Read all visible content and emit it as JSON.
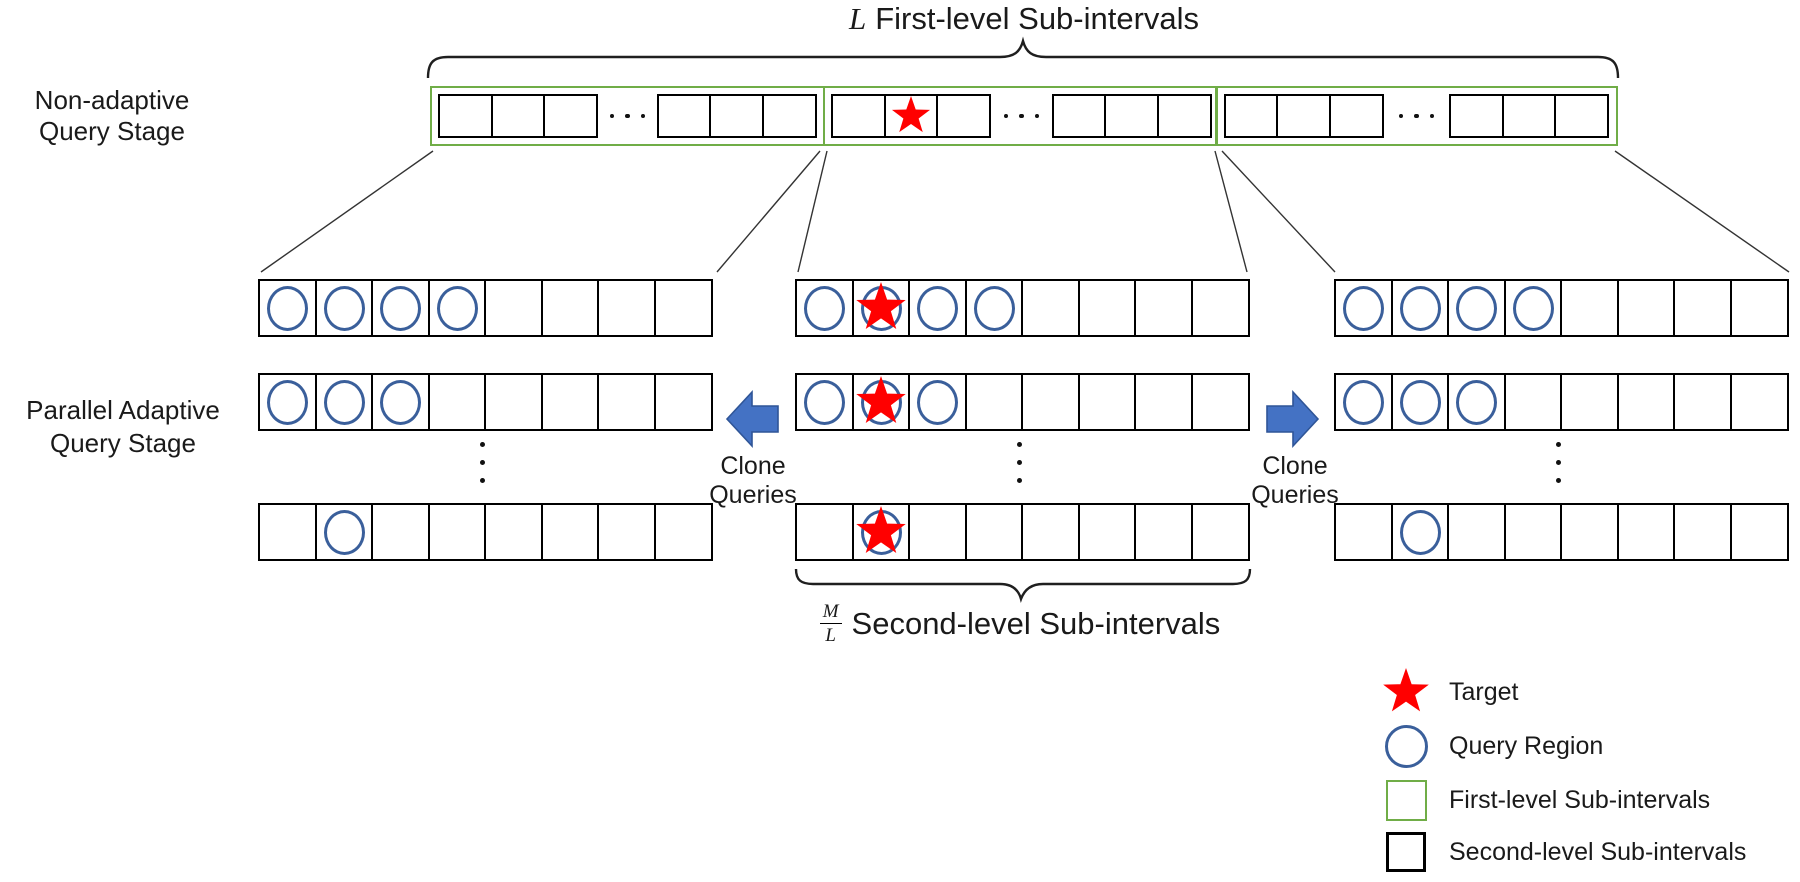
{
  "title": {
    "math": "L",
    "text": "First-level Sub-intervals"
  },
  "stage1_label": {
    "line1": "Non-adaptive",
    "line2": "Query Stage"
  },
  "stage2_label": {
    "line1": "Parallel Adaptive",
    "line2": "Query Stage"
  },
  "clone_left": {
    "line1": "Clone",
    "line2": "Queries"
  },
  "clone_right": {
    "line1": "Clone",
    "line2": "Queries"
  },
  "bottom_label": {
    "frac_top": "M",
    "frac_bottom": "L",
    "text": "Second-level Sub-intervals"
  },
  "colors": {
    "first_level_green": "#70AD47",
    "target_red": "#FF0000",
    "query_circle_blue": "#3A5F9B",
    "clone_arrow_fill": "#4472C4",
    "clone_arrow_stroke": "#2F5597",
    "line_black": "#1a1a1a"
  },
  "top_row": {
    "segments": [
      {
        "left_cells": [
          "empty",
          "empty",
          "empty"
        ],
        "right_cells": [
          "empty",
          "empty",
          "empty"
        ]
      },
      {
        "left_cells": [
          "empty",
          "star",
          "empty"
        ],
        "right_cells": [
          "empty",
          "empty",
          "empty"
        ]
      },
      {
        "left_cells": [
          "empty",
          "empty",
          "empty"
        ],
        "right_cells": [
          "empty",
          "empty",
          "empty"
        ]
      }
    ]
  },
  "stage2": {
    "columns": [
      {
        "name": "left",
        "rows": [
          {
            "cells": [
              "circle",
              "circle",
              "circle",
              "circle",
              "",
              "",
              "",
              ""
            ]
          },
          {
            "cells": [
              "circle",
              "circle",
              "circle",
              "",
              "",
              "",
              "",
              ""
            ]
          },
          {
            "cells": [
              "",
              "circle",
              "",
              "",
              "",
              "",
              "",
              ""
            ]
          }
        ]
      },
      {
        "name": "middle",
        "rows": [
          {
            "cells": [
              "circle",
              "star_circle",
              "circle",
              "circle",
              "",
              "",
              "",
              ""
            ]
          },
          {
            "cells": [
              "circle",
              "star_circle",
              "circle",
              "",
              "",
              "",
              "",
              ""
            ]
          },
          {
            "cells": [
              "",
              "star_circle",
              "",
              "",
              "",
              "",
              "",
              ""
            ]
          }
        ]
      },
      {
        "name": "right",
        "rows": [
          {
            "cells": [
              "circle",
              "circle",
              "circle",
              "circle",
              "",
              "",
              "",
              ""
            ]
          },
          {
            "cells": [
              "circle",
              "circle",
              "circle",
              "",
              "",
              "",
              "",
              ""
            ]
          },
          {
            "cells": [
              "",
              "circle",
              "",
              "",
              "",
              "",
              "",
              ""
            ]
          }
        ]
      }
    ]
  },
  "legend": {
    "items": [
      {
        "icon": "target-star",
        "label": "Target"
      },
      {
        "icon": "query-circle",
        "label": "Query Region"
      },
      {
        "icon": "green-square",
        "label": "First-level Sub-intervals"
      },
      {
        "icon": "black-square",
        "label": "Second-level Sub-intervals"
      }
    ]
  }
}
